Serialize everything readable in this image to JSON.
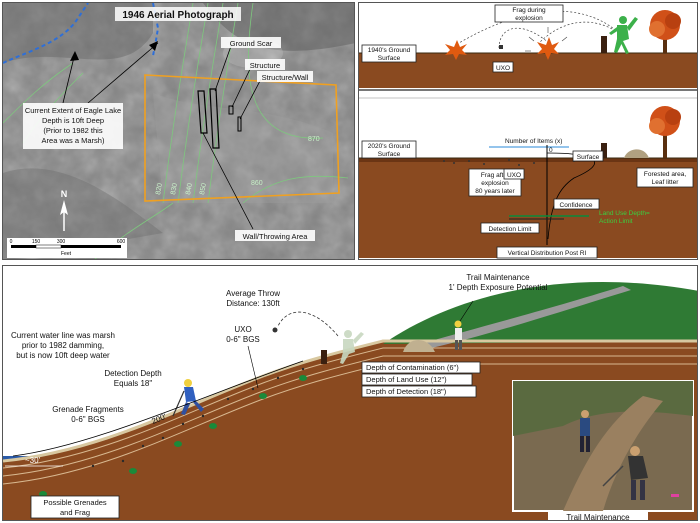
{
  "aerial": {
    "title": "1946 Aerial Photograph",
    "labels": {
      "ground_scar": "Ground Scar",
      "structure": "Structure",
      "structure_wall": "Structure/Wall",
      "wall_throwing": "Wall/Throwing Area",
      "eagle_lake_1": "Current Extent of Eagle Lake",
      "eagle_lake_2": "Depth is 10ft Deep",
      "eagle_lake_3": "(Prior to 1982 this",
      "eagle_lake_4": "Area was a Marsh)",
      "north": "N"
    },
    "contours": [
      "870",
      "860",
      "820",
      "830",
      "840",
      "850"
    ],
    "scale": {
      "ticks": [
        "0",
        "150",
        "300",
        "600"
      ],
      "unit": "Feet"
    }
  },
  "sections": {
    "top": {
      "surface_label_1": "1940's Ground",
      "surface_label_2": "Surface",
      "frag_label_1": "Frag during",
      "frag_label_2": "explosion",
      "uxo": "UXO"
    },
    "bottom": {
      "surface_label_1": "2020's Ground",
      "surface_label_2": "Surface",
      "items_label": "Number of Items (x)",
      "zero": "0",
      "surface": "Surface",
      "frag_1": "Frag after",
      "frag_2": "explosion",
      "frag_3": "80 years later",
      "uxo": "UXO",
      "forest_1": "Forested area,",
      "forest_2": "Leaf litter",
      "confidence": "Confidence",
      "land_use_1": "Land Use Depth=",
      "land_use_2": "Action Limit",
      "detection_limit": "Detection Limit",
      "post_ri": "Vertical Distribution Post RI"
    }
  },
  "cross_section": {
    "water_1": "Current water line was marsh",
    "water_2": "prior to 1982 damming,",
    "water_3": "but is now 10ft deep water",
    "avg_throw_1": "Average Throw",
    "avg_throw_2": "Distance: 130ft",
    "trail_1": "Trail Maintenance",
    "trail_2": "1' Depth Exposure Potential",
    "uxo_1": "UXO",
    "uxo_2": "0-6\" BGS",
    "detection_1": "Detection Depth",
    "detection_2": "Equals 18\"",
    "grenade_1": "Grenade Fragments",
    "grenade_2": "0-6\" BGS",
    "dist_200": "200'",
    "dist_30": "~30'",
    "depth_contamination": "Depth of Contamination (6\")",
    "depth_land_use": "Depth of Land Use (12\")",
    "depth_detection": "Depth of Detection (18\")",
    "possible_1": "Possible Grenades",
    "possible_2": "and Frag",
    "photo_caption": "Trail Maintenance"
  },
  "colors": {
    "soil": "#8a4a20",
    "soil_dark": "#6b3514",
    "grass": "#2f7a34",
    "water": "#2a5aa8",
    "orange_outline": "#f0a020",
    "blue_dash": "#2e6fd8",
    "contour_green": "#7ec87e",
    "explosion": "#e05a10",
    "figure_green": "#3cb04a",
    "tree": "#d05018"
  }
}
